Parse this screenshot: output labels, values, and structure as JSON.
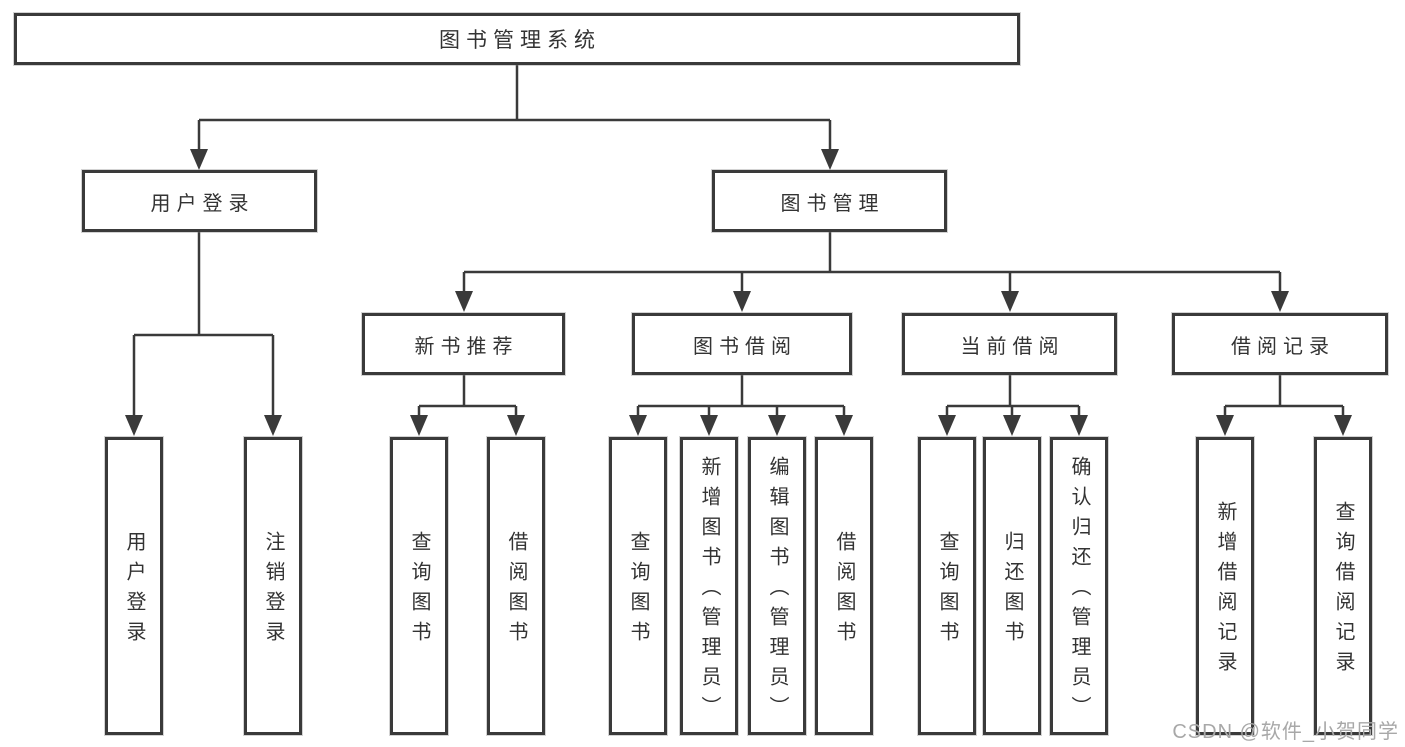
{
  "diagram": {
    "title": "图书管理系统",
    "watermark": "CSDN @软件_小贺同学",
    "colors": {
      "line": "#3a3a3a",
      "text": "#333333",
      "watermark": "#a8a8a8",
      "background": "#ffffff"
    },
    "nodes": {
      "user_login": {
        "label": "用户登录",
        "children": [
          "用户登录",
          "注销登录"
        ]
      },
      "book_management": {
        "label": "图书管理"
      },
      "new_book_recommend": {
        "label": "新书推荐",
        "children": [
          "查询图书",
          "借阅图书"
        ]
      },
      "book_borrowing": {
        "label": "图书借阅",
        "children": [
          "查询图书",
          "新增图书（管理员）",
          "编辑图书（管理员）",
          "借阅图书"
        ]
      },
      "current_borrowing": {
        "label": "当前借阅",
        "children": [
          "查询图书",
          "归还图书",
          "确认归还（管理员）"
        ]
      },
      "borrowing_records": {
        "label": "借阅记录",
        "children": [
          "新增借阅记录",
          "查询借阅记录"
        ]
      }
    }
  }
}
